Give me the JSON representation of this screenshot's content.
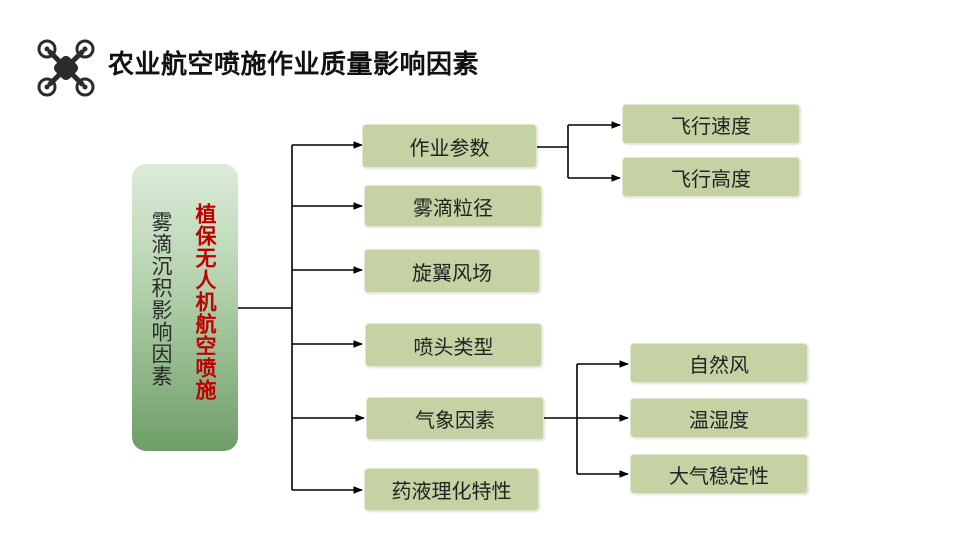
{
  "title": "农业航空喷施作业质量影响因素",
  "icon": "drone-icon",
  "root": {
    "main_label": "植保无人机航空喷施",
    "sub_label": "雾滴沉积影响因素"
  },
  "factors": [
    {
      "label": "作业参数",
      "children": [
        "飞行速度",
        "飞行高度"
      ]
    },
    {
      "label": "雾滴粒径",
      "children": []
    },
    {
      "label": "旋翼风场",
      "children": []
    },
    {
      "label": "喷头类型",
      "children": []
    },
    {
      "label": "气象因素",
      "children": [
        "自然风",
        "温湿度",
        "大气稳定性"
      ]
    },
    {
      "label": "药液理化特性",
      "children": []
    }
  ],
  "colors": {
    "node_fill": "#c5d2a3",
    "root_gradient_top": "#dcebd9",
    "root_gradient_bottom": "#6f9e68",
    "accent_text": "#c00000",
    "connector": "#000000"
  }
}
